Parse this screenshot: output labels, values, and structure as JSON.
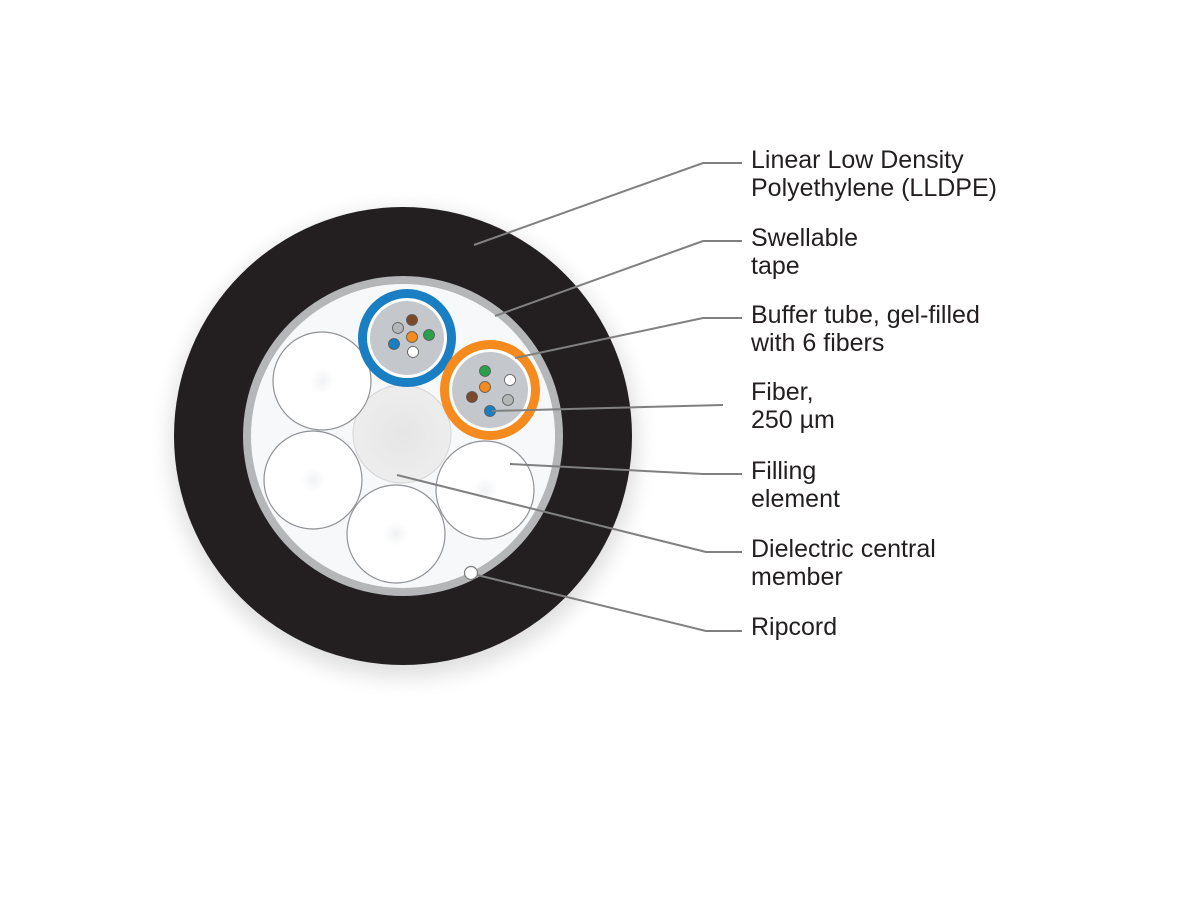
{
  "callouts": [
    {
      "id": "lldpe-jacket",
      "lines": [
        "Linear Low Density",
        "Polyethylene (LLDPE)"
      ]
    },
    {
      "id": "swellable-tape",
      "lines": [
        "Swellable",
        "tape"
      ]
    },
    {
      "id": "buffer-tube",
      "lines": [
        "Buffer tube, gel-filled",
        "with 6 fibers"
      ]
    },
    {
      "id": "fiber",
      "lines": [
        "Fiber,",
        "250 µm"
      ]
    },
    {
      "id": "filling-element",
      "lines": [
        "Filling",
        "element"
      ]
    },
    {
      "id": "central-member",
      "lines": [
        "Dielectric central",
        "member"
      ]
    },
    {
      "id": "ripcord",
      "lines": [
        "Ripcord"
      ]
    }
  ],
  "colors": {
    "jacket": "#231f20",
    "tape": "#b5b6b8",
    "core_fill": "#f7f8fa",
    "blue_tube": "#1a7ec2",
    "orange_tube": "#f58b1f",
    "gel": "#c4c8cc",
    "central_member": "#ebebeb",
    "leader_line": "#808080"
  },
  "fiber_colors": {
    "blue_tube": [
      "#7a4a2a",
      "#b5b6b8",
      "#2aa04a",
      "#f58b1f",
      "#1a7ec2",
      "#ffffff"
    ],
    "orange_tube": [
      "#2aa04a",
      "#ffffff",
      "#f58b1f",
      "#7a4a2a",
      "#b5b6b8",
      "#1a7ec2"
    ]
  }
}
